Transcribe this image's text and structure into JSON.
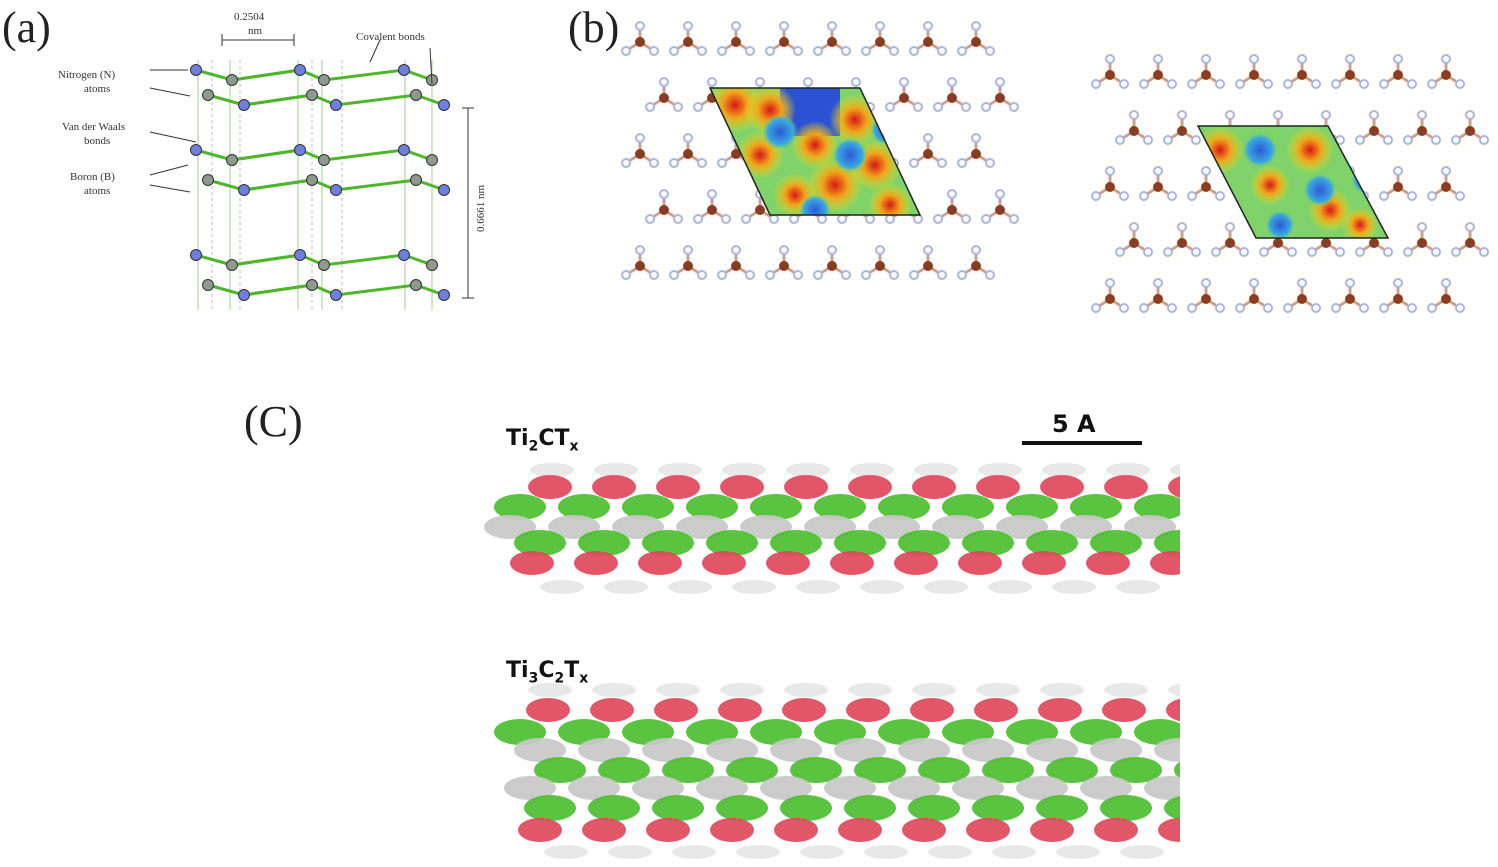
{
  "panels": {
    "a": {
      "label": "(a)",
      "annotations": {
        "lattice_spacing": "0.2504",
        "lattice_unit": "nm",
        "covalent": "Covalent bonds",
        "nitrogen_line1": "Nitrogen (N)",
        "nitrogen_line2": "atoms",
        "vdw_line1": "Van der Waals",
        "vdw_line2": "bonds",
        "boron_line1": "Boron (B)",
        "boron_line2": "atoms",
        "interlayer": "0.6661 nm"
      }
    },
    "b": {
      "label": "(b)"
    },
    "c": {
      "label": "(C)",
      "scale_bar": "5 A",
      "top_formula": {
        "ti": "Ti",
        "ti_sub": "2",
        "c": "CT",
        "t_sub": "x"
      },
      "bottom_formula": {
        "ti": "Ti",
        "ti_sub": "3",
        "c": "C",
        "c_sub": "2",
        "t": "T",
        "t_sub": "x"
      }
    }
  },
  "colors": {
    "bond_green": "#4fb52a",
    "nitrogen_blue": "#6f7fe0",
    "boron_gray": "#8d9a8d",
    "b_atom_brown": "#8a3d20",
    "n_atom_lavender": "#aab4e6",
    "oxygen_red": "#e0485a",
    "carbon_green": "#4cbf30",
    "ti_gray": "#c8c8c8"
  }
}
